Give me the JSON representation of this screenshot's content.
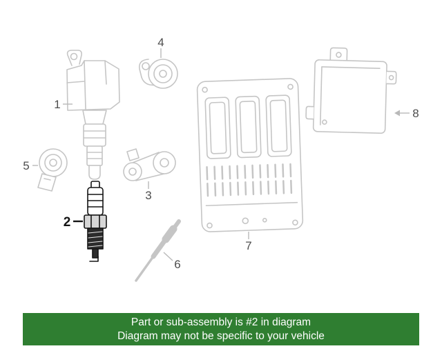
{
  "colors": {
    "banner-bg": "#2f7e31",
    "banner-text": "#ffffff",
    "diagram-line": "#c5c5c5",
    "highlight": "#141414",
    "callout-text": "#4d4d4d"
  },
  "banner": {
    "line1": "Part or sub-assembly is #2 in diagram",
    "line2": "Diagram may not be specific to your vehicle"
  },
  "diagram": {
    "callouts": [
      {
        "num": "1",
        "part": "ignition-coil",
        "highlighted": false
      },
      {
        "num": "2",
        "part": "spark-plug",
        "highlighted": true
      },
      {
        "num": "3",
        "part": "position-sensor",
        "highlighted": false
      },
      {
        "num": "4",
        "part": "camshaft-sensor",
        "highlighted": false
      },
      {
        "num": "5",
        "part": "knock-sensor",
        "highlighted": false
      },
      {
        "num": "6",
        "part": "glow-plug",
        "highlighted": false
      },
      {
        "num": "7",
        "part": "engine-control-module",
        "highlighted": false
      },
      {
        "num": "8",
        "part": "module-bracket",
        "highlighted": false
      }
    ]
  }
}
